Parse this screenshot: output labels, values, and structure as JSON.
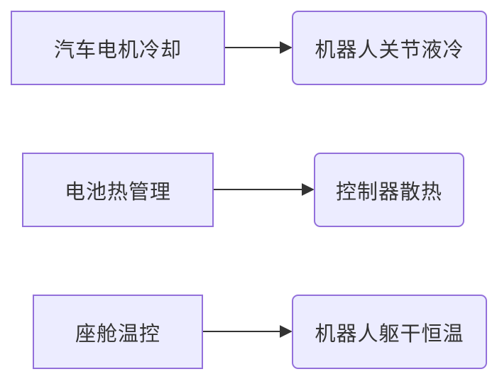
{
  "diagram": {
    "rows": [
      {
        "source": "汽车电机冷却",
        "target": "机器人关节液冷"
      },
      {
        "source": "电池热管理",
        "target": "控制器散热"
      },
      {
        "source": "座舱温控",
        "target": "机器人躯干恒温"
      }
    ],
    "colors": {
      "node_fill": "#ececff",
      "node_border": "#9370db",
      "edge": "#333333"
    }
  }
}
